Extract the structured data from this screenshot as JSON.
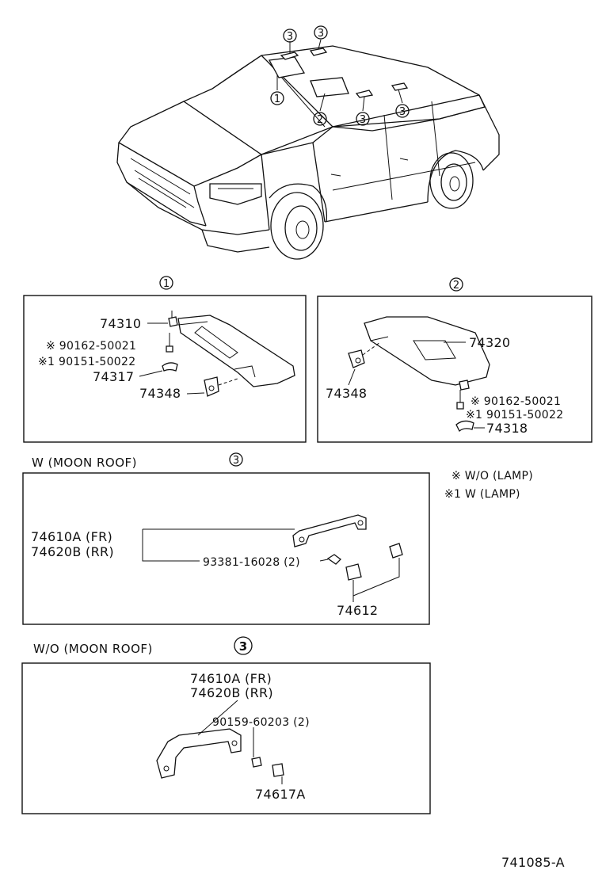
{
  "callouts": {
    "c1": "1",
    "c2": "2",
    "c3": "3"
  },
  "panel1": {
    "callout": "1",
    "labels": {
      "visor": "74310",
      "screw": "※ 90162-50021",
      "screw_alt": "※1 90151-50022",
      "hook": "74317",
      "holder": "74348"
    }
  },
  "panel2": {
    "callout": "2",
    "labels": {
      "visor": "74320",
      "holder": "74348",
      "screw": "※ 90162-50021",
      "screw_alt": "※1 90151-50022",
      "hook": "74318"
    }
  },
  "panel3": {
    "title": "W (MOON  ROOF)",
    "callout": "3",
    "labels": {
      "grip_fr": "74610A (FR)",
      "grip_rr": "74620B (RR)",
      "clip": "93381-16028 (2)",
      "cover": "74612"
    }
  },
  "panel4": {
    "title": "W/O (MOON  ROOF)",
    "callout": "3",
    "labels": {
      "grip_fr": "74610A (FR)",
      "grip_rr": "74620B (RR)",
      "screw": "90159-60203 (2)",
      "cover": "74617A"
    }
  },
  "legend": {
    "wo_lamp": "※  W/O (LAMP)",
    "w_lamp": "※1  W (LAMP)"
  },
  "figure_code": "741085-A"
}
